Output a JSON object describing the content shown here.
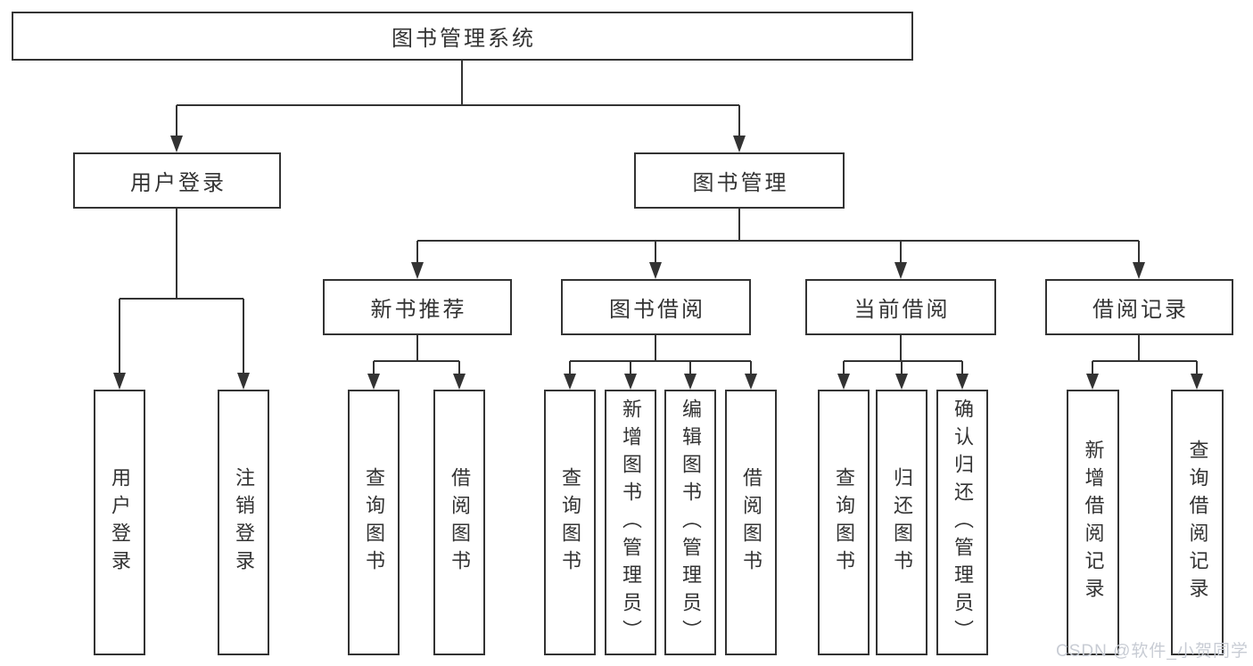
{
  "diagram": {
    "tree": {
      "label": "图书管理系统",
      "children": [
        {
          "label": "用户登录",
          "children": [
            {
              "label": "用户登录"
            },
            {
              "label": "注销登录"
            }
          ]
        },
        {
          "label": "图书管理",
          "children": [
            {
              "label": "新书推荐",
              "children": [
                {
                  "label": "查询图书"
                },
                {
                  "label": "借阅图书"
                }
              ]
            },
            {
              "label": "图书借阅",
              "children": [
                {
                  "label": "查询图书"
                },
                {
                  "label": "新增图书（管理员）"
                },
                {
                  "label": "编辑图书（管理员）"
                },
                {
                  "label": "借阅图书"
                }
              ]
            },
            {
              "label": "当前借阅",
              "children": [
                {
                  "label": "查询图书"
                },
                {
                  "label": "归还图书"
                },
                {
                  "label": "确认归还（管理员）"
                }
              ]
            },
            {
              "label": "借阅记录",
              "children": [
                {
                  "label": "新增借阅记录"
                },
                {
                  "label": "查询借阅记录"
                }
              ]
            }
          ]
        }
      ]
    },
    "colors": {
      "line": "#333333",
      "box_border": "#333333",
      "box_background": "#ffffff",
      "text": "#333333",
      "page_background": "#ffffff",
      "watermark": "#c8ccd4"
    }
  },
  "watermark": {
    "text": "CSDN @软件_小贺同学"
  }
}
